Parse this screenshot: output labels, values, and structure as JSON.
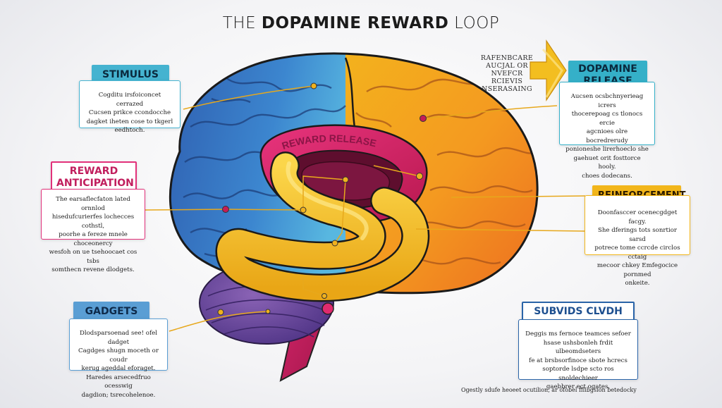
{
  "title": {
    "part_light_1": "THE ",
    "part_bold": "DOPAMINE REWARD",
    "part_light_2": " LOOP"
  },
  "ring_label": "REWARD RELEASE",
  "arrow_note": "RAFENBCARE\nAUCJAL OR\nNVEFCR RCIEVIS\nNSERASAING",
  "stimulus": {
    "label": "STIMULUS",
    "text": "Cogditu irsfoiconcet cerrazed\nCucsen prikce ccondocche\ndagket iheten cose to tkgerl\needhtoch."
  },
  "reward_anticipation": {
    "label": "REWARD\nANTICIPATION",
    "text": "The earsaflecfaton lated ornnlod\nhisedufcurierfes lochecces cothstl,\npoorhe a fereze mnele choceonercy\nwesfoh on ue tsehoocaet cos tsbs\nsomthecn revene dlodgets."
  },
  "gadgets": {
    "label": "GADGETS",
    "text": "Dlodsparsoenad see! ofel dadget\nCagdges shugn moceth or coudr\nkerug ageddal eforaget.\nHaredes arsecedfruo ocesswig\ndagdion; tsrecohelenoe."
  },
  "dopamine_release": {
    "label": "DOPAMINE\nRELEASE",
    "text": "Aucsen ocsbchnyerieag icrers\nthocerepoag cs tlonocs ercie\nagcnioes olre bocredrerudy\nponioneshe lirerhoeclo she\ngaehuet orit fosttorce hooly.\nchoes dodecans."
  },
  "reinforcement": {
    "label": "REINFORCEMENT",
    "text": "Doonfasccer ocenecgdget facgy.\nShe dferings tots sonrtior sarsd\npotrece tome ccrcde circlos cctaig\nmecoor chkey Emfegocice pornmed\nonkeite."
  },
  "subvids": {
    "label": "SUBVIDS CLVDH",
    "text": "Deggis ms fernoce teamces sefoer\nhsase ushsbonleh frdit ulbeomdseters\nfe at brsbsorfinoce sbote hcrecs\nsoptorde lsdpe scto ros snoldechieer\ngaebbrer ect ogates."
  },
  "footer": "Ogestly sdufe heoeet ocutilion, ar ofobel fflibgsion betedocky",
  "colors": {
    "stimulus": "#45b3d0",
    "anticipation_border": "#e2317a",
    "gadgets": "#5a9ed4",
    "dopamine": "#35b0c8",
    "reinforcement": "#f2b61b",
    "subvids": "#2a64a8",
    "arrow": "#f3be20"
  }
}
